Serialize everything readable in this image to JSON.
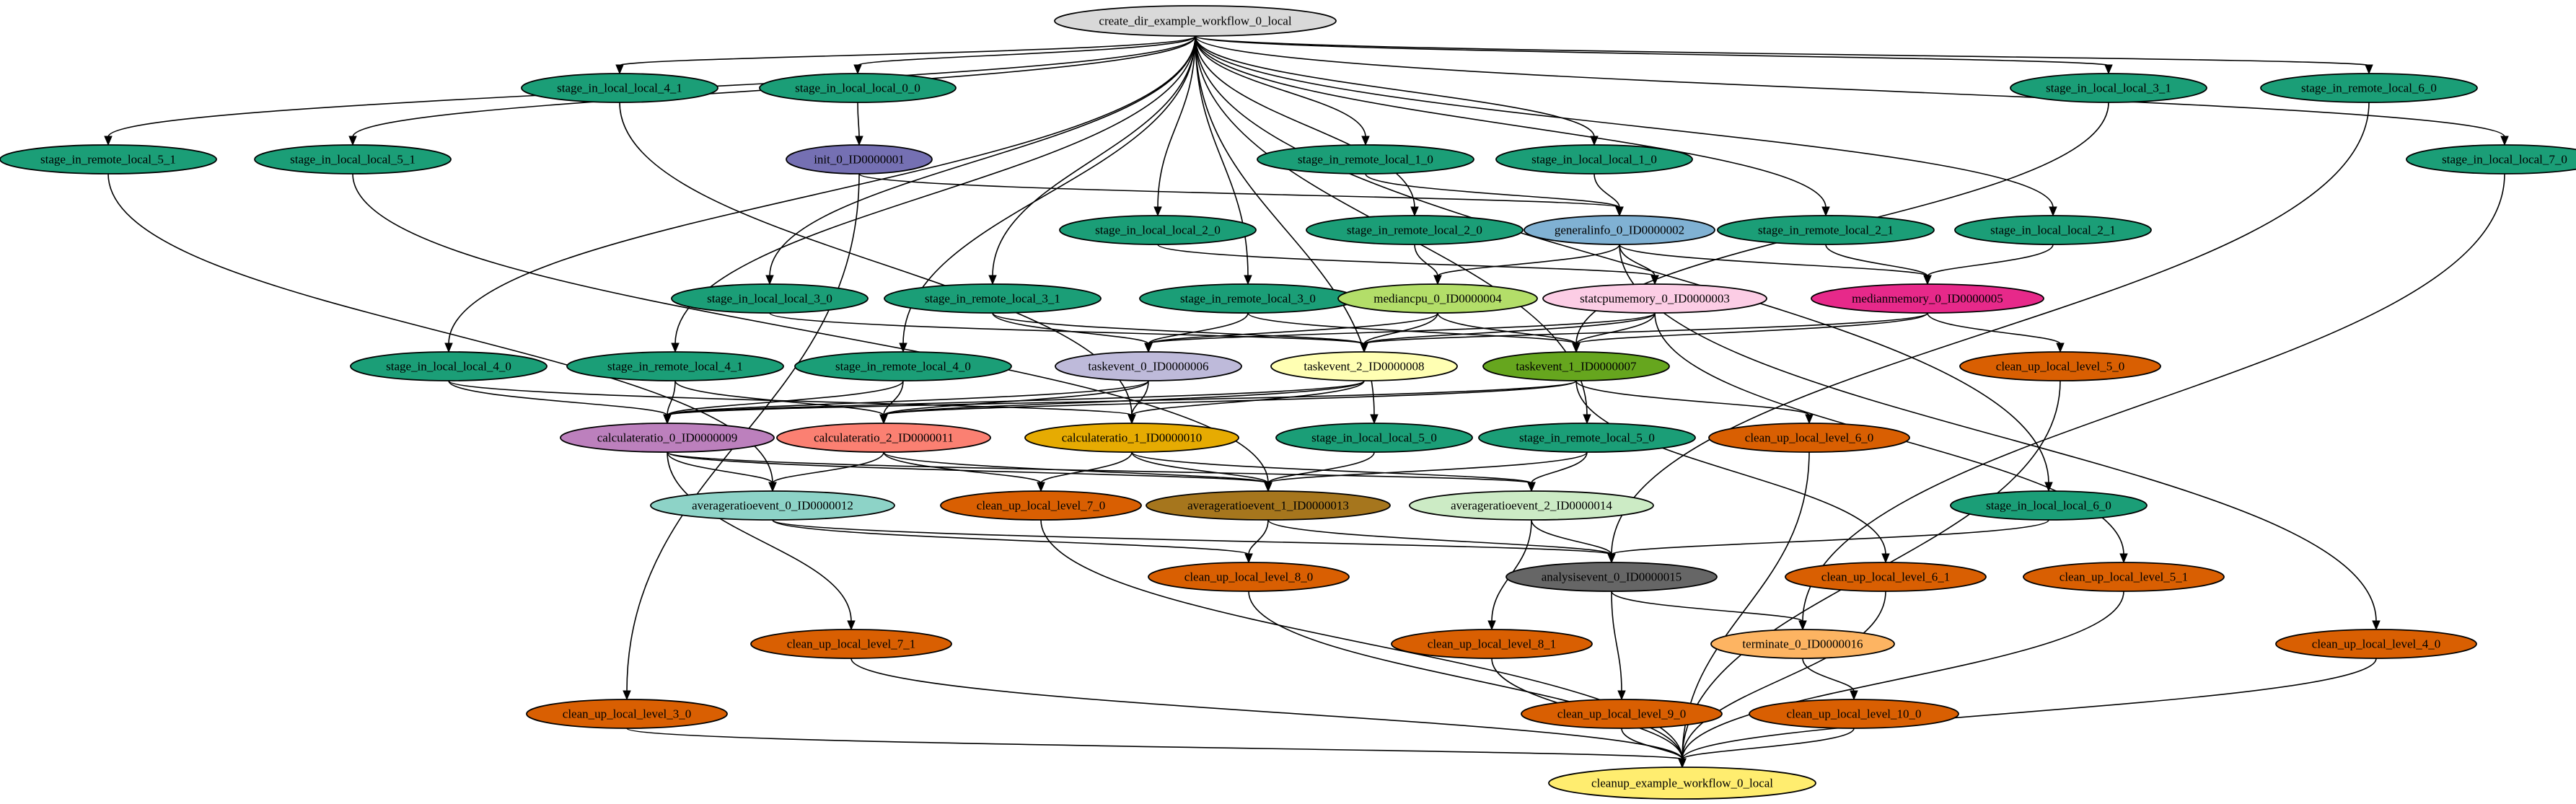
{
  "colors": {
    "grey": "#d9d9d9",
    "green": "#1b9e77",
    "purple": "#7570b3",
    "blue": "#80b1d3",
    "lightgreen": "#b3de69",
    "pink": "#fccde5",
    "magenta": "#e7298a",
    "lavender": "#bebada",
    "lightyellow": "#ffffb3",
    "olive": "#66a61e",
    "orchid": "#bc80bd",
    "salmon": "#fb8072",
    "gold": "#e6ab02",
    "teal": "#8dd3c7",
    "brown": "#a6761d",
    "palegreen": "#ccebc5",
    "darkgrey": "#666666",
    "orange": "#d95f02",
    "lightorange": "#fdb462",
    "yellow": "#ffed6f"
  },
  "nodes": [
    {
      "id": "create",
      "label": "create_dir_example_workflow_0_local",
      "color": "grey"
    },
    {
      "id": "sil40",
      "label": "stage_in_local_local_4_1",
      "color": "green"
    },
    {
      "id": "sil00",
      "label": "stage_in_local_local_0_0",
      "color": "green"
    },
    {
      "id": "sil31",
      "label": "stage_in_local_local_3_1",
      "color": "green"
    },
    {
      "id": "sir60",
      "label": "stage_in_remote_local_6_0",
      "color": "green"
    },
    {
      "id": "sir51",
      "label": "stage_in_remote_local_5_1",
      "color": "green"
    },
    {
      "id": "sil51",
      "label": "stage_in_local_local_5_1",
      "color": "green"
    },
    {
      "id": "init",
      "label": "init_0_ID0000001",
      "color": "purple"
    },
    {
      "id": "sir10",
      "label": "stage_in_remote_local_1_0",
      "color": "green"
    },
    {
      "id": "sil10",
      "label": "stage_in_local_local_1_0",
      "color": "green"
    },
    {
      "id": "sil70",
      "label": "stage_in_local_local_7_0",
      "color": "green"
    },
    {
      "id": "sil20",
      "label": "stage_in_local_local_2_0",
      "color": "green"
    },
    {
      "id": "sir20",
      "label": "stage_in_remote_local_2_0",
      "color": "green"
    },
    {
      "id": "geninfo",
      "label": "generalinfo_0_ID0000002",
      "color": "blue"
    },
    {
      "id": "sir21",
      "label": "stage_in_remote_local_2_1",
      "color": "green"
    },
    {
      "id": "sil21",
      "label": "stage_in_local_local_2_1",
      "color": "green"
    },
    {
      "id": "sil30",
      "label": "stage_in_local_local_3_0",
      "color": "green"
    },
    {
      "id": "sir31",
      "label": "stage_in_remote_local_3_1",
      "color": "green"
    },
    {
      "id": "sir30",
      "label": "stage_in_remote_local_3_0",
      "color": "green"
    },
    {
      "id": "medcpu",
      "label": "mediancpu_0_ID0000004",
      "color": "lightgreen"
    },
    {
      "id": "statcpu",
      "label": "statcpumemory_0_ID0000003",
      "color": "pink"
    },
    {
      "id": "medmem",
      "label": "medianmemory_0_ID0000005",
      "color": "magenta"
    },
    {
      "id": "sil4b",
      "label": "stage_in_local_local_4_0",
      "color": "green"
    },
    {
      "id": "sir41",
      "label": "stage_in_remote_local_4_1",
      "color": "green"
    },
    {
      "id": "sir40",
      "label": "stage_in_remote_local_4_0",
      "color": "green"
    },
    {
      "id": "task0",
      "label": "taskevent_0_ID0000006",
      "color": "lavender"
    },
    {
      "id": "task2",
      "label": "taskevent_2_ID0000008",
      "color": "lightyellow"
    },
    {
      "id": "task1",
      "label": "taskevent_1_ID0000007",
      "color": "olive"
    },
    {
      "id": "cul50",
      "label": "clean_up_local_level_5_0",
      "color": "orange"
    },
    {
      "id": "calc0",
      "label": "calculateratio_0_ID0000009",
      "color": "orchid"
    },
    {
      "id": "calc2",
      "label": "calculateratio_2_ID0000011",
      "color": "salmon"
    },
    {
      "id": "calc1",
      "label": "calculateratio_1_ID0000010",
      "color": "gold"
    },
    {
      "id": "sil50",
      "label": "stage_in_local_local_5_0",
      "color": "green"
    },
    {
      "id": "sir50",
      "label": "stage_in_remote_local_5_0",
      "color": "green"
    },
    {
      "id": "cul60",
      "label": "clean_up_local_level_6_0",
      "color": "orange"
    },
    {
      "id": "avg0",
      "label": "averageratioevent_0_ID0000012",
      "color": "teal"
    },
    {
      "id": "cul70",
      "label": "clean_up_local_level_7_0",
      "color": "orange"
    },
    {
      "id": "avg1",
      "label": "averageratioevent_1_ID0000013",
      "color": "brown"
    },
    {
      "id": "avg2",
      "label": "averageratioevent_2_ID0000014",
      "color": "palegreen"
    },
    {
      "id": "sil60",
      "label": "stage_in_local_local_6_0",
      "color": "green"
    },
    {
      "id": "cul80",
      "label": "clean_up_local_level_8_0",
      "color": "orange"
    },
    {
      "id": "analysis",
      "label": "analysisevent_0_ID0000015",
      "color": "darkgrey"
    },
    {
      "id": "cul61",
      "label": "clean_up_local_level_6_1",
      "color": "orange"
    },
    {
      "id": "cul51",
      "label": "clean_up_local_level_5_1",
      "color": "orange"
    },
    {
      "id": "cul71",
      "label": "clean_up_local_level_7_1",
      "color": "orange"
    },
    {
      "id": "cul81",
      "label": "clean_up_local_level_8_1",
      "color": "orange"
    },
    {
      "id": "term",
      "label": "terminate_0_ID0000016",
      "color": "lightorange"
    },
    {
      "id": "cul40",
      "label": "clean_up_local_level_4_0",
      "color": "orange"
    },
    {
      "id": "cul30",
      "label": "clean_up_local_level_3_0",
      "color": "orange"
    },
    {
      "id": "cul90",
      "label": "clean_up_local_level_9_0",
      "color": "orange"
    },
    {
      "id": "cul100",
      "label": "clean_up_local_level_10_0",
      "color": "orange"
    },
    {
      "id": "cleanup",
      "label": "cleanup_example_workflow_0_local",
      "color": "yellow"
    }
  ],
  "edges": [
    [
      "create",
      "sil40"
    ],
    [
      "create",
      "sil00"
    ],
    [
      "create",
      "sil31"
    ],
    [
      "create",
      "sir60"
    ],
    [
      "create",
      "sir51"
    ],
    [
      "create",
      "sil51"
    ],
    [
      "create",
      "sir10"
    ],
    [
      "create",
      "sil10"
    ],
    [
      "create",
      "sil70"
    ],
    [
      "create",
      "sil20"
    ],
    [
      "create",
      "sir20"
    ],
    [
      "create",
      "sir21"
    ],
    [
      "create",
      "sil30"
    ],
    [
      "create",
      "sir31"
    ],
    [
      "create",
      "sir30"
    ],
    [
      "create",
      "sil4b"
    ],
    [
      "create",
      "sir41"
    ],
    [
      "create",
      "sir40"
    ],
    [
      "create",
      "sil50"
    ],
    [
      "create",
      "sir50"
    ],
    [
      "create",
      "sil60"
    ],
    [
      "create",
      "sil21"
    ],
    [
      "sil00",
      "init"
    ],
    [
      "init",
      "geninfo"
    ],
    [
      "init",
      "cul30"
    ],
    [
      "sir10",
      "geninfo"
    ],
    [
      "sil10",
      "geninfo"
    ],
    [
      "geninfo",
      "medcpu"
    ],
    [
      "geninfo",
      "statcpu"
    ],
    [
      "geninfo",
      "medmem"
    ],
    [
      "geninfo",
      "cul40"
    ],
    [
      "sil20",
      "statcpu"
    ],
    [
      "sir20",
      "medcpu"
    ],
    [
      "sir21",
      "medmem"
    ],
    [
      "sil21",
      "medmem"
    ],
    [
      "sil31",
      "task1"
    ],
    [
      "sir60",
      "analysis"
    ],
    [
      "sil70",
      "term"
    ],
    [
      "sil30",
      "task2"
    ],
    [
      "sir31",
      "task0"
    ],
    [
      "sir31",
      "task2"
    ],
    [
      "sir30",
      "task0"
    ],
    [
      "sir30",
      "task1"
    ],
    [
      "medcpu",
      "task0"
    ],
    [
      "medcpu",
      "task2"
    ],
    [
      "medcpu",
      "task1"
    ],
    [
      "statcpu",
      "task0"
    ],
    [
      "statcpu",
      "task2"
    ],
    [
      "statcpu",
      "task1"
    ],
    [
      "statcpu",
      "cul51"
    ],
    [
      "medmem",
      "task2"
    ],
    [
      "medmem",
      "task1"
    ],
    [
      "medmem",
      "cul50"
    ],
    [
      "sil4b",
      "calc0"
    ],
    [
      "sil4b",
      "calc1"
    ],
    [
      "sir41",
      "calc0"
    ],
    [
      "sir41",
      "calc2"
    ],
    [
      "sir40",
      "calc0"
    ],
    [
      "sir40",
      "calc2"
    ],
    [
      "sil40",
      "calc1"
    ],
    [
      "task0",
      "calc0"
    ],
    [
      "task0",
      "calc2"
    ],
    [
      "task0",
      "calc1"
    ],
    [
      "task2",
      "calc0"
    ],
    [
      "task2",
      "calc2"
    ],
    [
      "task2",
      "calc1"
    ],
    [
      "task1",
      "calc0"
    ],
    [
      "task1",
      "calc2"
    ],
    [
      "task1",
      "cul60"
    ],
    [
      "task1",
      "cul61"
    ],
    [
      "sir51",
      "avg0"
    ],
    [
      "sil51",
      "avg1"
    ],
    [
      "calc0",
      "avg0"
    ],
    [
      "calc0",
      "avg1"
    ],
    [
      "calc0",
      "avg2"
    ],
    [
      "calc0",
      "cul71"
    ],
    [
      "calc2",
      "avg0"
    ],
    [
      "calc2",
      "avg1"
    ],
    [
      "calc2",
      "cul70"
    ],
    [
      "calc1",
      "avg1"
    ],
    [
      "calc1",
      "avg2"
    ],
    [
      "calc1",
      "cul70"
    ],
    [
      "sil50",
      "avg1"
    ],
    [
      "sir50",
      "avg1"
    ],
    [
      "sir50",
      "avg2"
    ],
    [
      "avg0",
      "cul80"
    ],
    [
      "avg0",
      "analysis"
    ],
    [
      "avg1",
      "cul80"
    ],
    [
      "avg1",
      "analysis"
    ],
    [
      "avg2",
      "analysis"
    ],
    [
      "avg2",
      "cul81"
    ],
    [
      "sil60",
      "analysis"
    ],
    [
      "analysis",
      "term"
    ],
    [
      "analysis",
      "cul90"
    ],
    [
      "term",
      "cul100"
    ],
    [
      "cul50",
      "cleanup"
    ],
    [
      "cul60",
      "cleanup"
    ],
    [
      "cul70",
      "cleanup"
    ],
    [
      "cul80",
      "cleanup"
    ],
    [
      "cul61",
      "cleanup"
    ],
    [
      "cul51",
      "cleanup"
    ],
    [
      "cul71",
      "cleanup"
    ],
    [
      "cul81",
      "cleanup"
    ],
    [
      "cul40",
      "cleanup"
    ],
    [
      "cul30",
      "cleanup"
    ],
    [
      "cul90",
      "cleanup"
    ],
    [
      "cul100",
      "cleanup"
    ]
  ]
}
